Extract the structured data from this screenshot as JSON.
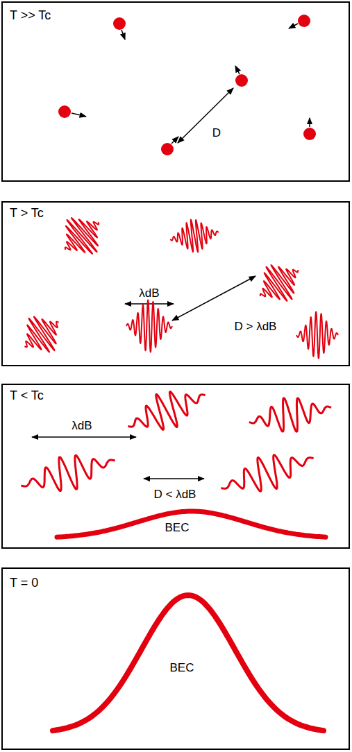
{
  "diagram": {
    "nodes": [
      {
        "text": [
          "T >> Tc",
          "D"
        ]
      },
      {
        "text": [
          "T > Tc",
          "λdB",
          "D > λdB"
        ]
      },
      {
        "text": [
          "T < Tc",
          "λdB",
          "D < λdB",
          "BEC"
        ]
      },
      {
        "text": [
          "T = 0",
          "BEC"
        ]
      }
    ]
  }
}
